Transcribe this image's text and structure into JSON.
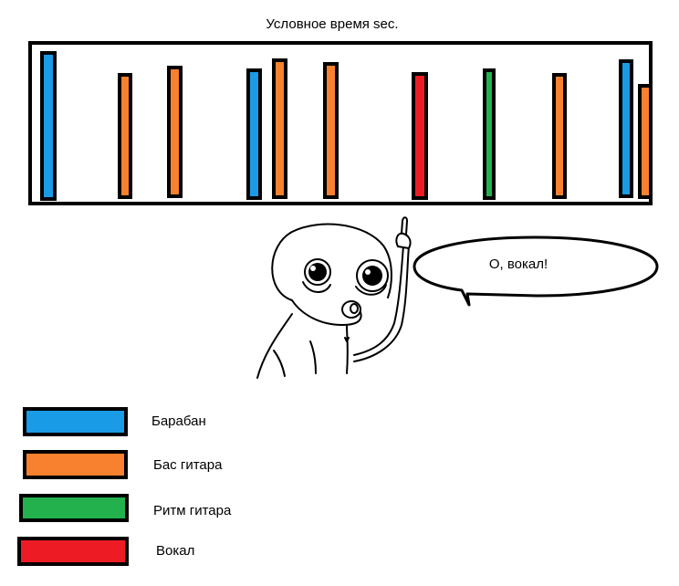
{
  "title": "Условное время sec.",
  "colors": {
    "blue": "#1a9be6",
    "orange": "#f7812e",
    "green": "#23b14d",
    "red": "#ed1c24"
  },
  "timeline_bars": [
    {
      "instrument": "blue",
      "order": 1
    },
    {
      "instrument": "orange",
      "order": 2
    },
    {
      "instrument": "orange",
      "order": 3
    },
    {
      "instrument": "blue",
      "order": 4
    },
    {
      "instrument": "orange",
      "order": 5
    },
    {
      "instrument": "orange",
      "order": 6
    },
    {
      "instrument": "red",
      "order": 7
    },
    {
      "instrument": "green",
      "order": 8
    },
    {
      "instrument": "orange",
      "order": 9
    },
    {
      "instrument": "blue",
      "order": 10
    },
    {
      "instrument": "orange",
      "order": 11
    }
  ],
  "speech_bubble": "О, вокал!",
  "legend": [
    {
      "label": "Барабан",
      "color": "#1a9be6"
    },
    {
      "label": "Бас гитара",
      "color": "#f7812e"
    },
    {
      "label": "Ритм гитара",
      "color": "#23b14d"
    },
    {
      "label": "Вокал",
      "color": "#ed1c24"
    }
  ]
}
